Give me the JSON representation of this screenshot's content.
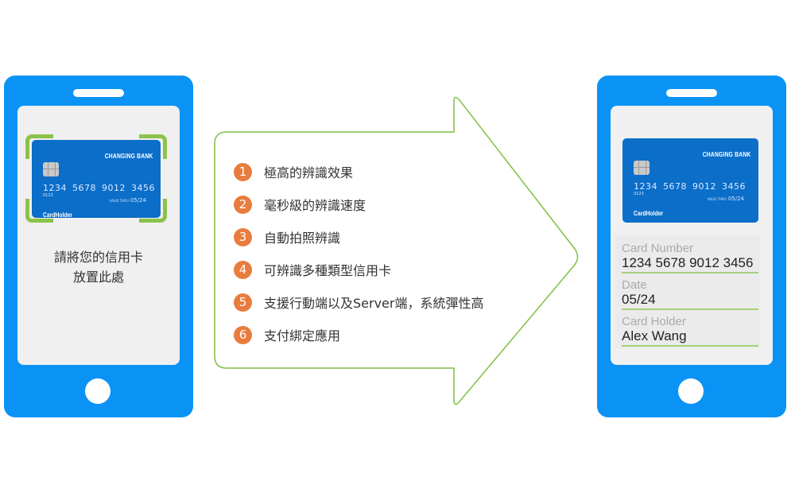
{
  "left_phone": {
    "card": {
      "bank_name": "CHANGING BANK",
      "number": "1234 5678 9012 3456",
      "sub_number": "0123",
      "valid_label": "VALID THRU",
      "expiry": "05/24",
      "holder": "CardHolder"
    },
    "prompt_line1": "請將您的信用卡",
    "prompt_line2": "放置此處",
    "frame_color": "#8bc34a"
  },
  "features": [
    {
      "num": "1",
      "text": "極高的辨識效果"
    },
    {
      "num": "2",
      "text": "毫秒級的辨識速度"
    },
    {
      "num": "3",
      "text": "自動拍照辨識"
    },
    {
      "num": "4",
      "text": "可辨識多種類型信用卡"
    },
    {
      "num": "5",
      "text": "支援行動端以及Server端，系統彈性高"
    },
    {
      "num": "6",
      "text": "支付綁定應用"
    }
  ],
  "right_phone": {
    "card": {
      "bank_name": "CHANGING BANK",
      "number": "1234 5678 9012 3456",
      "sub_number": "0123",
      "valid_label": "VALID THRU",
      "expiry": "05/24",
      "holder": "CardHolder"
    },
    "fields": [
      {
        "label": "Card Number",
        "value": "1234  5678  9012  3456"
      },
      {
        "label": "Date",
        "value": "05/24"
      },
      {
        "label": "Card Holder",
        "value": "Alex Wang"
      }
    ]
  },
  "colors": {
    "phone": "#0a93f5",
    "card": "#0b6ec9",
    "accent_green": "#8bc34a",
    "badge_orange": "#e87c3e"
  }
}
